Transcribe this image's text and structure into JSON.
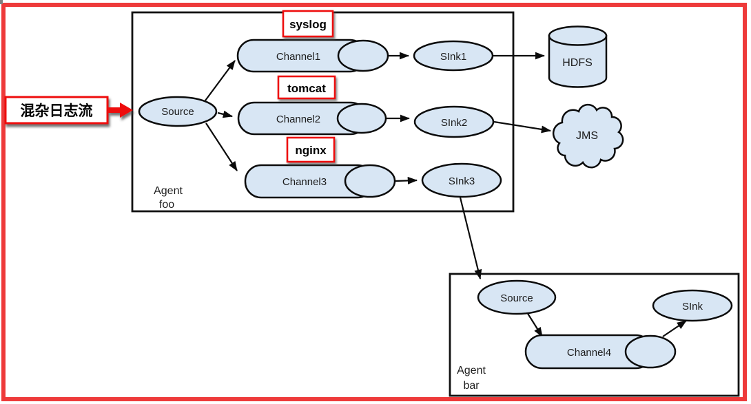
{
  "inflow_label": {
    "text": "混杂日志流"
  },
  "agent_foo": {
    "title_line1": "Agent",
    "title_line2": "foo",
    "source": "Source",
    "rows": [
      {
        "tag": "syslog",
        "channel": "Channel1",
        "sink": "SInk1"
      },
      {
        "tag": "tomcat",
        "channel": "Channel2",
        "sink": "SInk2"
      },
      {
        "tag": "nginx",
        "channel": "Channel3",
        "sink": "SInk3"
      }
    ]
  },
  "destinations": {
    "hdfs": "HDFS",
    "jms": "JMS"
  },
  "agent_bar": {
    "title_line1": "Agent",
    "title_line2": "bar",
    "source": "Source",
    "channel": "Channel4",
    "sink": "SInk"
  },
  "colors": {
    "node_fill": "#d8e6f4",
    "node_stroke": "#0b0b0b",
    "frame_red": "#ee3a3a",
    "tag_red": "#ee1111",
    "label_text": "#1c1c1c"
  }
}
